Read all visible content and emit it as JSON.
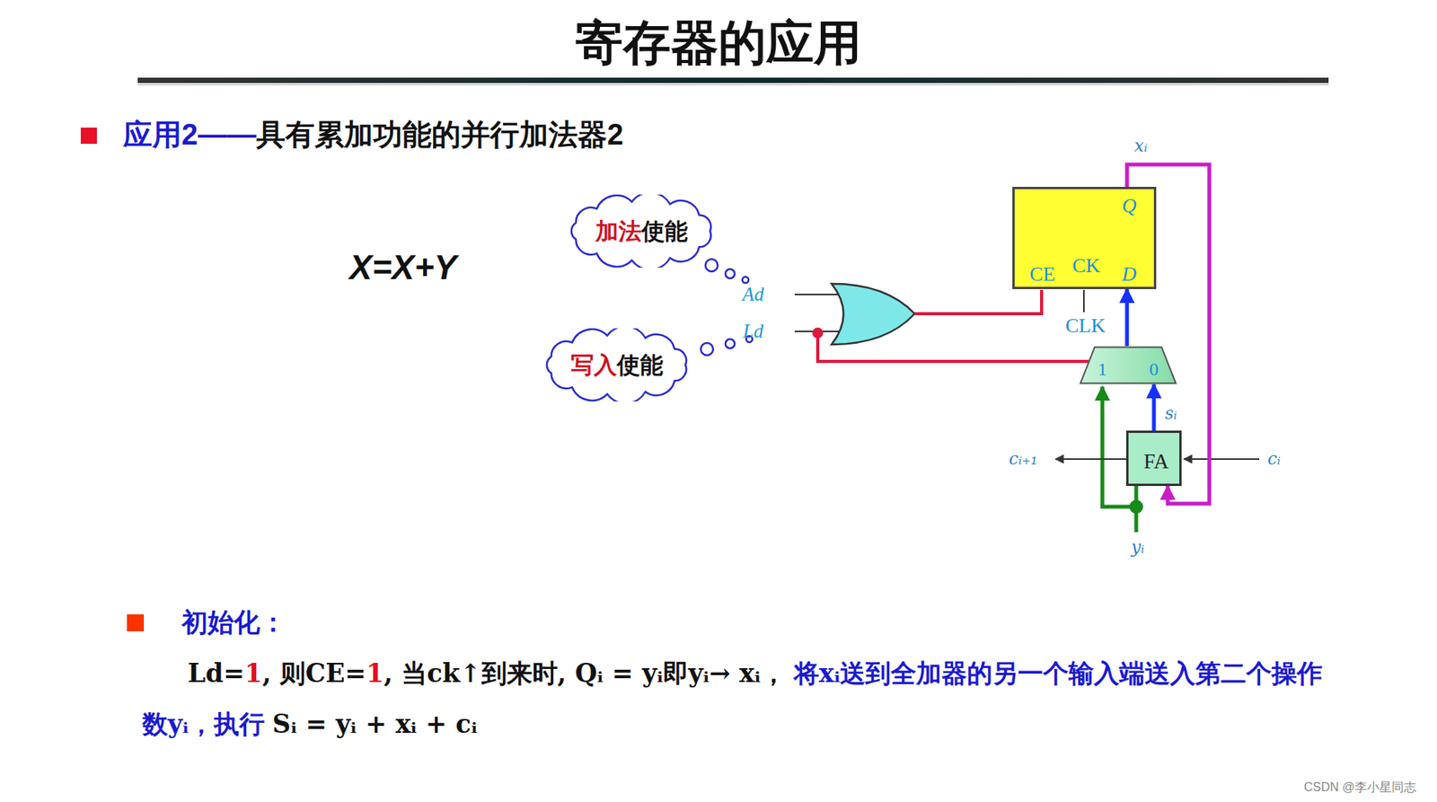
{
  "diagram": {
    "title": "寄存器的应用",
    "nodes": [
      {
        "text": [
          "加法",
          "使能"
        ]
      },
      {
        "text": [
          "写入",
          "使能"
        ]
      },
      {
        "text": [
          "Q",
          "CE",
          "CK",
          "D"
        ]
      },
      {
        "text": [
          "1",
          "0"
        ]
      },
      {
        "text": [
          "FA"
        ]
      }
    ],
    "edges": [
      {
        "from": 3,
        "to": 2,
        "arrow": "to"
      },
      {
        "from": 4,
        "to": 3,
        "arrow": "to"
      },
      {
        "from": 2,
        "to": 4,
        "arrow": "to"
      }
    ],
    "labels": [
      "应用2——",
      "具有累加功能的并行加法器2",
      "X=X+Y",
      "xᵢ",
      "Ad",
      "Ld",
      "CLK",
      "sᵢ",
      "cᵢ₊₁",
      "cᵢ",
      "yᵢ",
      "初始化：",
      "Ld=",
      "1",
      ", 则CE=",
      "1",
      ", 当ck↑到来时, Qᵢ = yᵢ即yᵢ→ xᵢ，",
      "将xᵢ送到全加器的另一个输入端送入第二个操作数yᵢ，执行",
      "Sᵢ = yᵢ + xᵢ + cᵢ",
      "CSDN @李小星同志"
    ]
  }
}
